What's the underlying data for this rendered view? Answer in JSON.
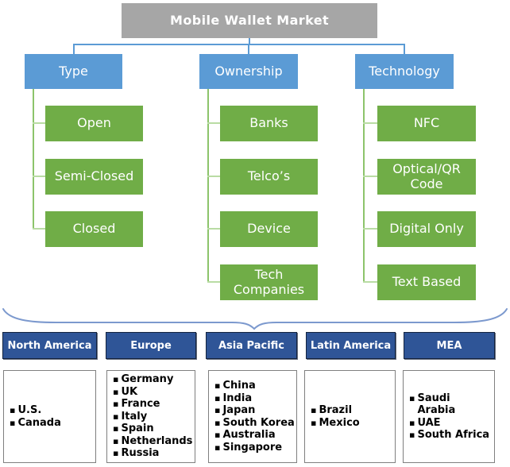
{
  "title": "Mobile Wallet Market segmentation diagram",
  "tree": {
    "root": "Mobile Wallet Market",
    "branches": [
      {
        "label": "Type",
        "children": [
          "Open",
          "Semi-Closed",
          "Closed"
        ]
      },
      {
        "label": "Ownership",
        "children": [
          "Banks",
          "Telco’s",
          "Device",
          "Tech Companies"
        ]
      },
      {
        "label": "Technology",
        "children": [
          "NFC",
          "Optical/QR Code",
          "Digital Only",
          "Text Based"
        ]
      }
    ]
  },
  "regions": [
    {
      "label": "North America",
      "countries": [
        "U.S.",
        "Canada"
      ]
    },
    {
      "label": "Europe",
      "countries": [
        "Germany",
        "UK",
        "France",
        "Italy",
        "Spain",
        "Netherlands",
        "Russia"
      ]
    },
    {
      "label": "Asia Pacific",
      "countries": [
        "China",
        "India",
        "Japan",
        "South Korea",
        "Australia",
        "Singapore"
      ]
    },
    {
      "label": "Latin America",
      "countries": [
        "Brazil",
        "Mexico"
      ]
    },
    {
      "label": "MEA",
      "countries": [
        "Saudi Arabia",
        "UAE",
        "South Africa"
      ]
    }
  ],
  "colors": {
    "root_gray": "#a6a6a6",
    "branch_blue": "#5b9bd5",
    "child_green": "#70ad47",
    "region_dark_blue": "#2f5597",
    "connector_blue": "#5b9bd5",
    "connector_green": "#8cc46b",
    "brace_blue": "#7c99ce",
    "list_border_gray": "#7f7f7f",
    "text_white": "#ffffff",
    "text_black": "#000000"
  }
}
